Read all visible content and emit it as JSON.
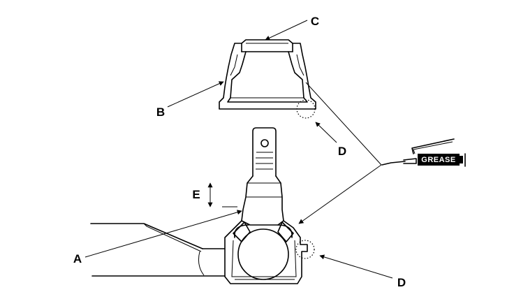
{
  "diagram": {
    "labels": {
      "a": "A",
      "b": "B",
      "c": "C",
      "d_upper": "D",
      "d_lower": "D",
      "e": "E"
    },
    "tool_label": "GREASE",
    "colors": {
      "ink": "#000000",
      "paper": "#ffffff"
    }
  }
}
